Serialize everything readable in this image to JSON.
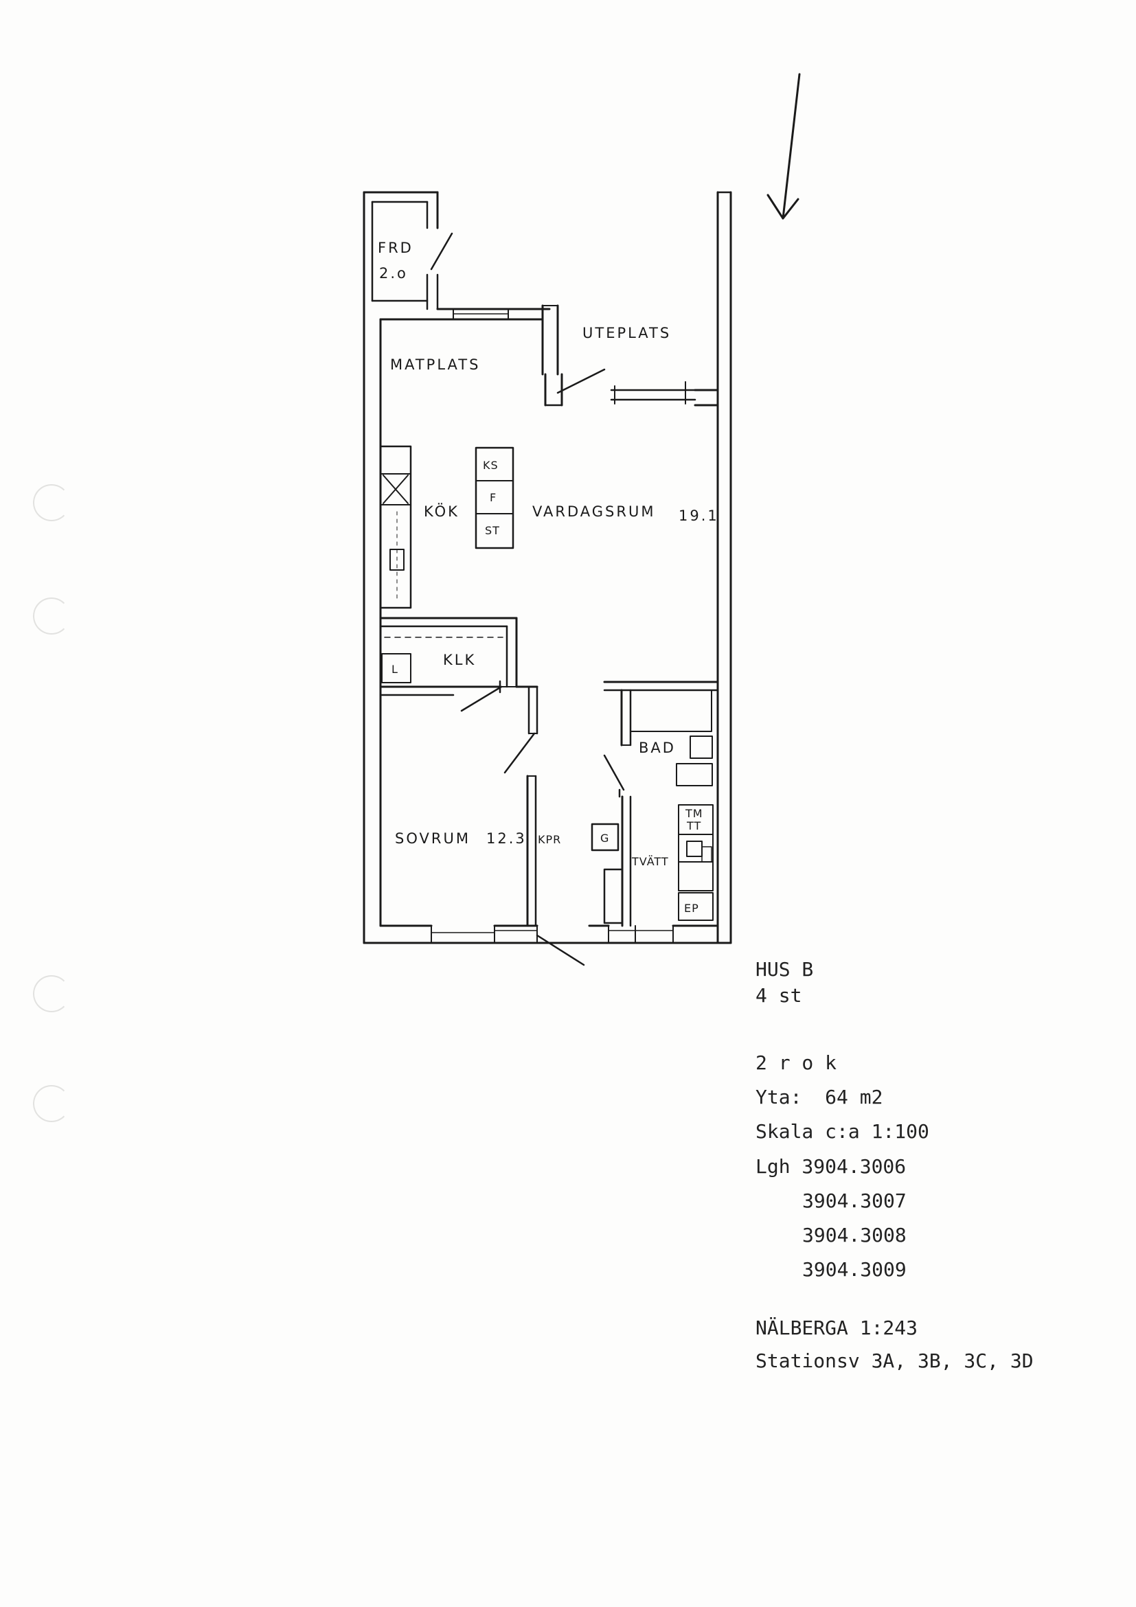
{
  "plan": {
    "rooms": {
      "frd_name": "FRD",
      "frd_area": "2.o",
      "matplats": "MATPLATS",
      "uteplats": "UTEPLATS",
      "kok": "KÖK",
      "vardagsrum": "VARDAGSRUM",
      "vardagsrum_area": "19.1",
      "klk": "KLK",
      "bad": "BAD",
      "sovrum": "SOVRUM",
      "sovrum_area": "12.3",
      "kpr": "KPR",
      "tvatt": "TVÄTT"
    },
    "fixtures": {
      "ks": "KS",
      "f": "F",
      "st": "ST",
      "l": "L",
      "g": "G",
      "tm": "TM",
      "tt": "TT",
      "ep": "EP"
    }
  },
  "notes": {
    "building": "HUS B",
    "count": "4 st",
    "type": "2 r o k",
    "area": "Yta:  64 m2",
    "scale": "Skala c:a 1:100",
    "apartments_prefix": "Lgh 3904.3006",
    "apartments": [
      "3904.3007",
      "3904.3008",
      "3904.3009"
    ],
    "property": "NÄLBERGA 1:243",
    "address": "Stationsv 3A, 3B, 3C, 3D"
  }
}
